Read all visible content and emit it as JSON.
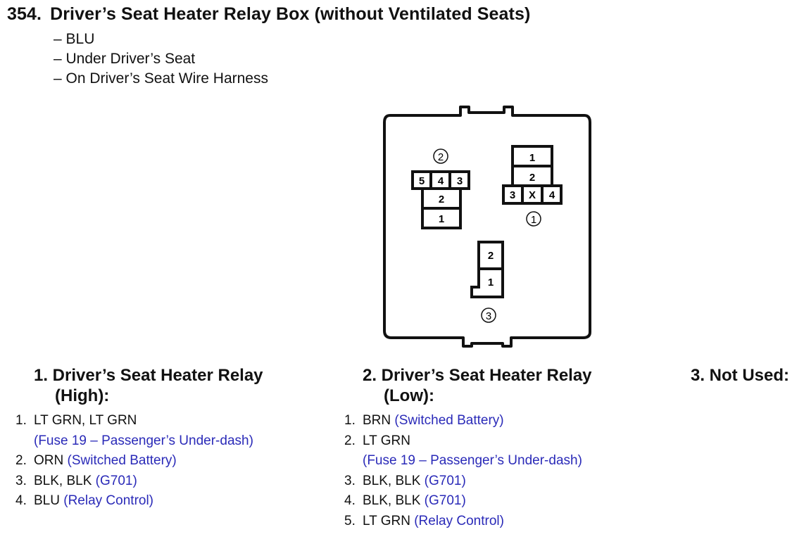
{
  "header": {
    "number": "354.",
    "title": "Driver’s Seat Heater Relay Box (without Ventilated Seats)"
  },
  "details": [
    "– BLU",
    "– Under Driver’s Seat",
    "– On Driver’s Seat Wire Harness"
  ],
  "diagram": {
    "connector2": {
      "label": "2",
      "top_row": [
        "5",
        "4",
        "3"
      ],
      "stack": [
        "2",
        "1"
      ]
    },
    "connector1": {
      "label": "1",
      "stack": [
        "1",
        "2"
      ],
      "bottom_row": [
        "3",
        "X",
        "4"
      ]
    },
    "connector3": {
      "label": "3",
      "stack": [
        "2",
        "1"
      ]
    }
  },
  "sections": [
    {
      "heading_line1": "1. Driver’s Seat Heater Relay",
      "heading_line2": "(High):",
      "pins": [
        {
          "n": "1.",
          "wire": "LT GRN, LT GRN",
          "note": "",
          "sub": "(Fuse 19 – Passenger’s Under-dash)"
        },
        {
          "n": "2.",
          "wire": "ORN",
          "note": "(Switched Battery)",
          "sub": ""
        },
        {
          "n": "3.",
          "wire": "BLK, BLK",
          "note": "(G701)",
          "sub": ""
        },
        {
          "n": "4.",
          "wire": "BLU",
          "note": "(Relay Control)",
          "sub": ""
        }
      ]
    },
    {
      "heading_line1": "2. Driver’s Seat Heater Relay",
      "heading_line2": "(Low):",
      "pins": [
        {
          "n": "1.",
          "wire": "BRN",
          "note": "(Switched Battery)",
          "sub": ""
        },
        {
          "n": "2.",
          "wire": "LT GRN",
          "note": "",
          "sub": "(Fuse 19 – Passenger’s Under-dash)"
        },
        {
          "n": "3.",
          "wire": "BLK, BLK",
          "note": "(G701)",
          "sub": ""
        },
        {
          "n": "4.",
          "wire": "BLK, BLK",
          "note": "(G701)",
          "sub": ""
        },
        {
          "n": "5.",
          "wire": "LT GRN",
          "note": "(Relay Control)",
          "sub": ""
        }
      ]
    },
    {
      "heading_line1": "3. Not Used:",
      "heading_line2": ""
    }
  ],
  "colors": {
    "note": "#2a2ab8",
    "text": "#111111"
  }
}
